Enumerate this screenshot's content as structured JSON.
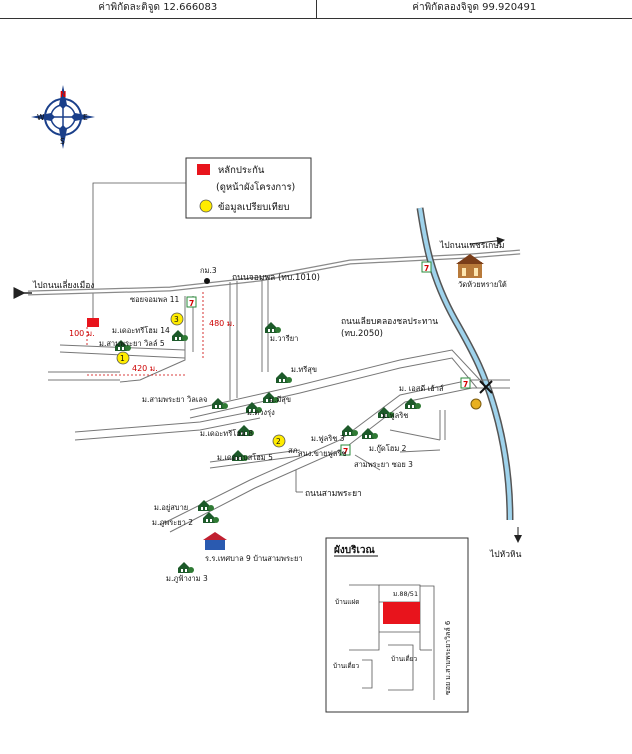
{
  "header": {
    "latitude_label": "ค่าพิกัดละติจูด 12.666083",
    "longitude_label": "ค่าพิกัดลองจิจูด 99.920491"
  },
  "compass": {
    "n": "N",
    "s": "S",
    "e": "E",
    "w": "W"
  },
  "legend": {
    "subject_label": "หลักประกัน",
    "subject_note": "(ดูหน้าผังโครงการ)",
    "comparison_label": "ข้อมูลเปรียบเทียบ",
    "subject_color": "#e8141c",
    "comparison_color": "#ffec00"
  },
  "roads": {
    "left_road": "ไปถนนเลี่ยงเมือง",
    "main_road": "ถนนจอมพล (ทบ.1010)",
    "petchkasem": "ไปถนนเพชรเกษม",
    "canal_road": "ถนนเลียบคลองชลประทาน",
    "canal_road_code": "(ทบ.2050)",
    "sampraya_road": "ถนนสามพระยา",
    "to_hua_hin": "ไปหัวหิน",
    "soi_jompon": "ซอยจอมพล 11",
    "sampraya_soi": "สามพระยา ซอย 3"
  },
  "landmarks": {
    "km": "กม.3",
    "temple": "วัดห้วยทรายใต้",
    "school": "ร.ร.เทศบาล 9 บ้านสามพระยา",
    "police": "สภ.",
    "sevenEleven": "7"
  },
  "distances": {
    "d100": "100 ม.",
    "d420": "420 ม.",
    "d480": "480 ม."
  },
  "villages": {
    "v1": "ม.เดอะทรีโฮม 14",
    "v2": "ม.สามพระยา วิลล์ 5",
    "v3": "ม.วารียา",
    "v4": "ม.ทรีสุข",
    "v5": "ม.สามพระยา วิลเลจ",
    "v6": "ม.มีสุข",
    "v7": "ม.ดวงรุ่ง",
    "v8": "ม.เดอะทรีโฮม 8",
    "v9": "ม.เดอะเบสโฮม 5",
    "v10": "ม.ฟูลริช 3",
    "v11": "สนง.ขายฟูลริช",
    "v12": "ม. เอสดี เฮ้าส์",
    "v13": "ม.ฟูลริช",
    "v14": "ม.กู๊ดโฮม 2",
    "v15": "ม.อยู่สบาย",
    "v16": "ม.ภูพระยา 2",
    "v17": "ม.ภูฟ้างาม 3"
  },
  "markers": {
    "m1": "1",
    "m2": "2",
    "m3": "3"
  },
  "inset": {
    "title": "ผังบริเวณ",
    "plot_id": "ม.88/51",
    "west_house": "บ้านแฝด",
    "single_house_left": "บ้านเดี่ยว",
    "single_house_right": "บ้านเดี่ยว",
    "soi_name": "ซอย ม.สามพระยาวิลล์ 6"
  }
}
